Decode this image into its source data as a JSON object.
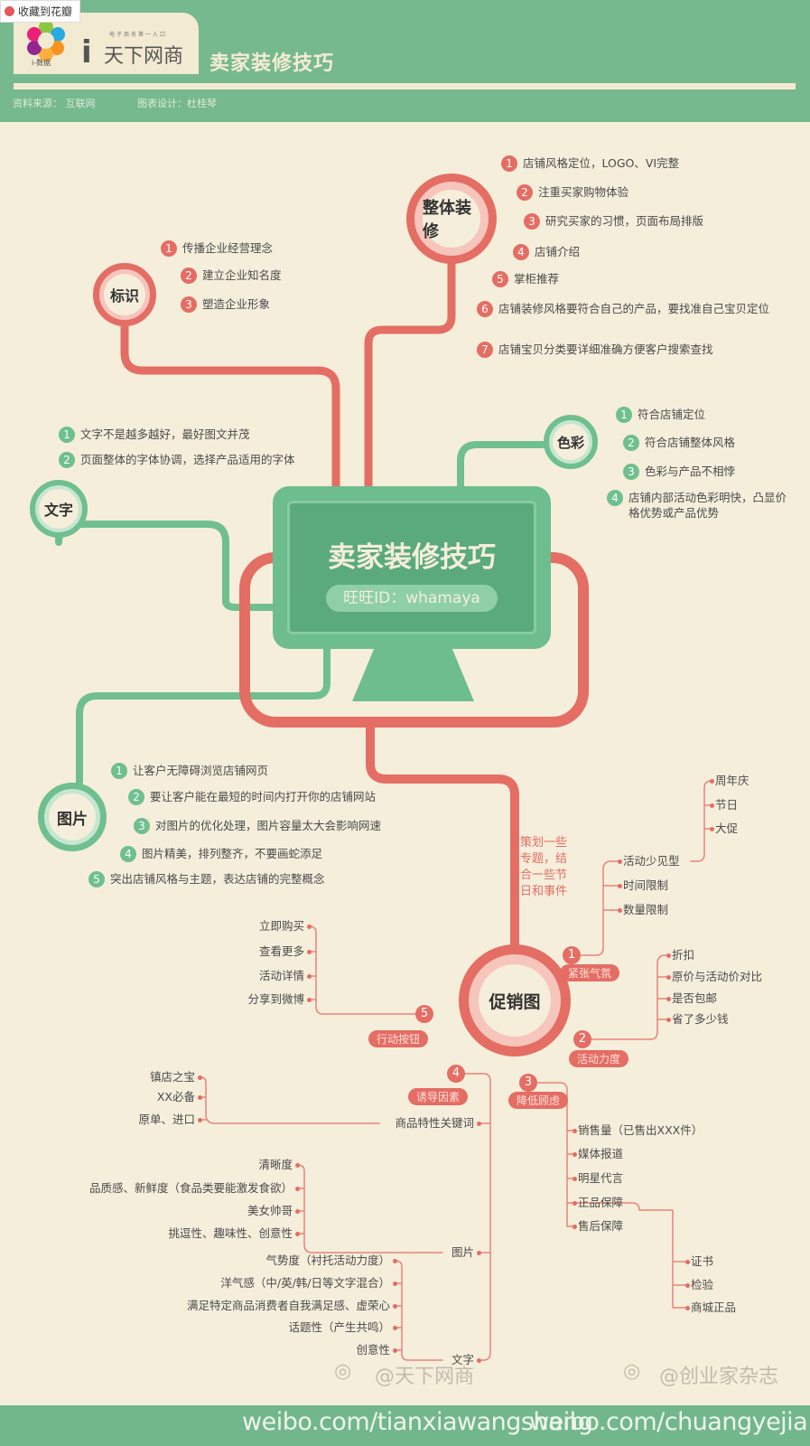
{
  "watermark_button": "收藏到花瓣",
  "header": {
    "logo_left": "i-数据",
    "logo_brand": "天下网商",
    "logo_tagline": "电子商务第一入口",
    "title": "卖家装修技巧",
    "source": "资料来源：  互联网",
    "designer": "图表设计：杜桂琴"
  },
  "colors": {
    "green": "#76b98e",
    "red": "#e46d64",
    "cream": "#f5eedb"
  },
  "center": {
    "title": "卖家装修技巧",
    "id": "旺旺ID：whamaya"
  },
  "nodes": {
    "overall": {
      "label": "整体装修",
      "items": [
        "店铺风格定位，LOGO、VI完整",
        "注重买家购物体验",
        "研究买家的习惯，页面布局排版",
        "店铺介绍",
        "掌柜推荐",
        "店铺装修风格要符合自己的产品，要找准自己宝贝定位",
        "店铺宝贝分类要详细准确方便客户搜索查找"
      ]
    },
    "logo_mark": {
      "label": "标识",
      "items": [
        "传播企业经营理念",
        "建立企业知名度",
        "塑造企业形象"
      ]
    },
    "color": {
      "label": "色彩",
      "items": [
        "符合店铺定位",
        "符合店铺整体风格",
        "色彩与产品不相悖",
        "店铺内部活动色彩明快，凸显价格优势或产品优势"
      ]
    },
    "text": {
      "label": "文字",
      "items": [
        "文字不是越多越好，最好图文并茂",
        "页面整体的字体协调，选择产品适用的字体"
      ]
    },
    "image": {
      "label": "图片",
      "items": [
        "让客户无障碍浏览店铺网页",
        "要让客户能在最短的时间内打开你的店铺网站",
        "对图片的优化处理，图片容量太大会影响网速",
        "图片精美，排列整齐，不要画蛇添足",
        "突出店铺风格与主题，表达店铺的完整概念"
      ]
    },
    "promo": {
      "label": "促销图",
      "note": "策划一些专题，结合一些节日和事件",
      "branches": [
        {
          "num": "1",
          "label": "紧张气氛",
          "items": [
            "活动少见型",
            "时间限制",
            "数量限制"
          ],
          "sub": [
            "周年庆",
            "节日",
            "大促"
          ]
        },
        {
          "num": "2",
          "label": "活动力度",
          "items": [
            "折扣",
            "原价与活动价对比",
            "是否包邮",
            "省了多少钱"
          ]
        },
        {
          "num": "3",
          "label": "降低顾虑",
          "items": [
            "销售量（已售出XXX件）",
            "媒体报道",
            "明星代言",
            "正品保障",
            "售后保障"
          ],
          "sub": [
            "证书",
            "检验",
            "商城正品"
          ]
        },
        {
          "num": "4",
          "label": "诱导因素",
          "items": [
            "商品特性关键词",
            "图片",
            "文字"
          ],
          "sub_keywords": [
            "镇店之宝",
            "XX必备",
            "原单、进口"
          ],
          "sub_image": [
            "清晰度",
            "品质感、新鲜度（食品类要能激发食欲）",
            "美女帅哥",
            "挑逗性、趣味性、创意性"
          ],
          "sub_text": [
            "气势度（衬托活动力度）",
            "洋气感（中/英/韩/日等文字混合）",
            "满足特定商品消费者自我满足感、虚荣心",
            "话题性（产生共鸣）",
            "创意性"
          ]
        },
        {
          "num": "5",
          "label": "行动按钮",
          "items": [
            "立即购买",
            "查看更多",
            "活动详情",
            "分享到微博"
          ]
        }
      ]
    }
  },
  "footer": {
    "weibo1": "@天下网商",
    "weibo2": "@创业家杂志",
    "url1": "weibo.com/tianxiawangshang",
    "url2": "weibo.com/chuangyejia"
  }
}
